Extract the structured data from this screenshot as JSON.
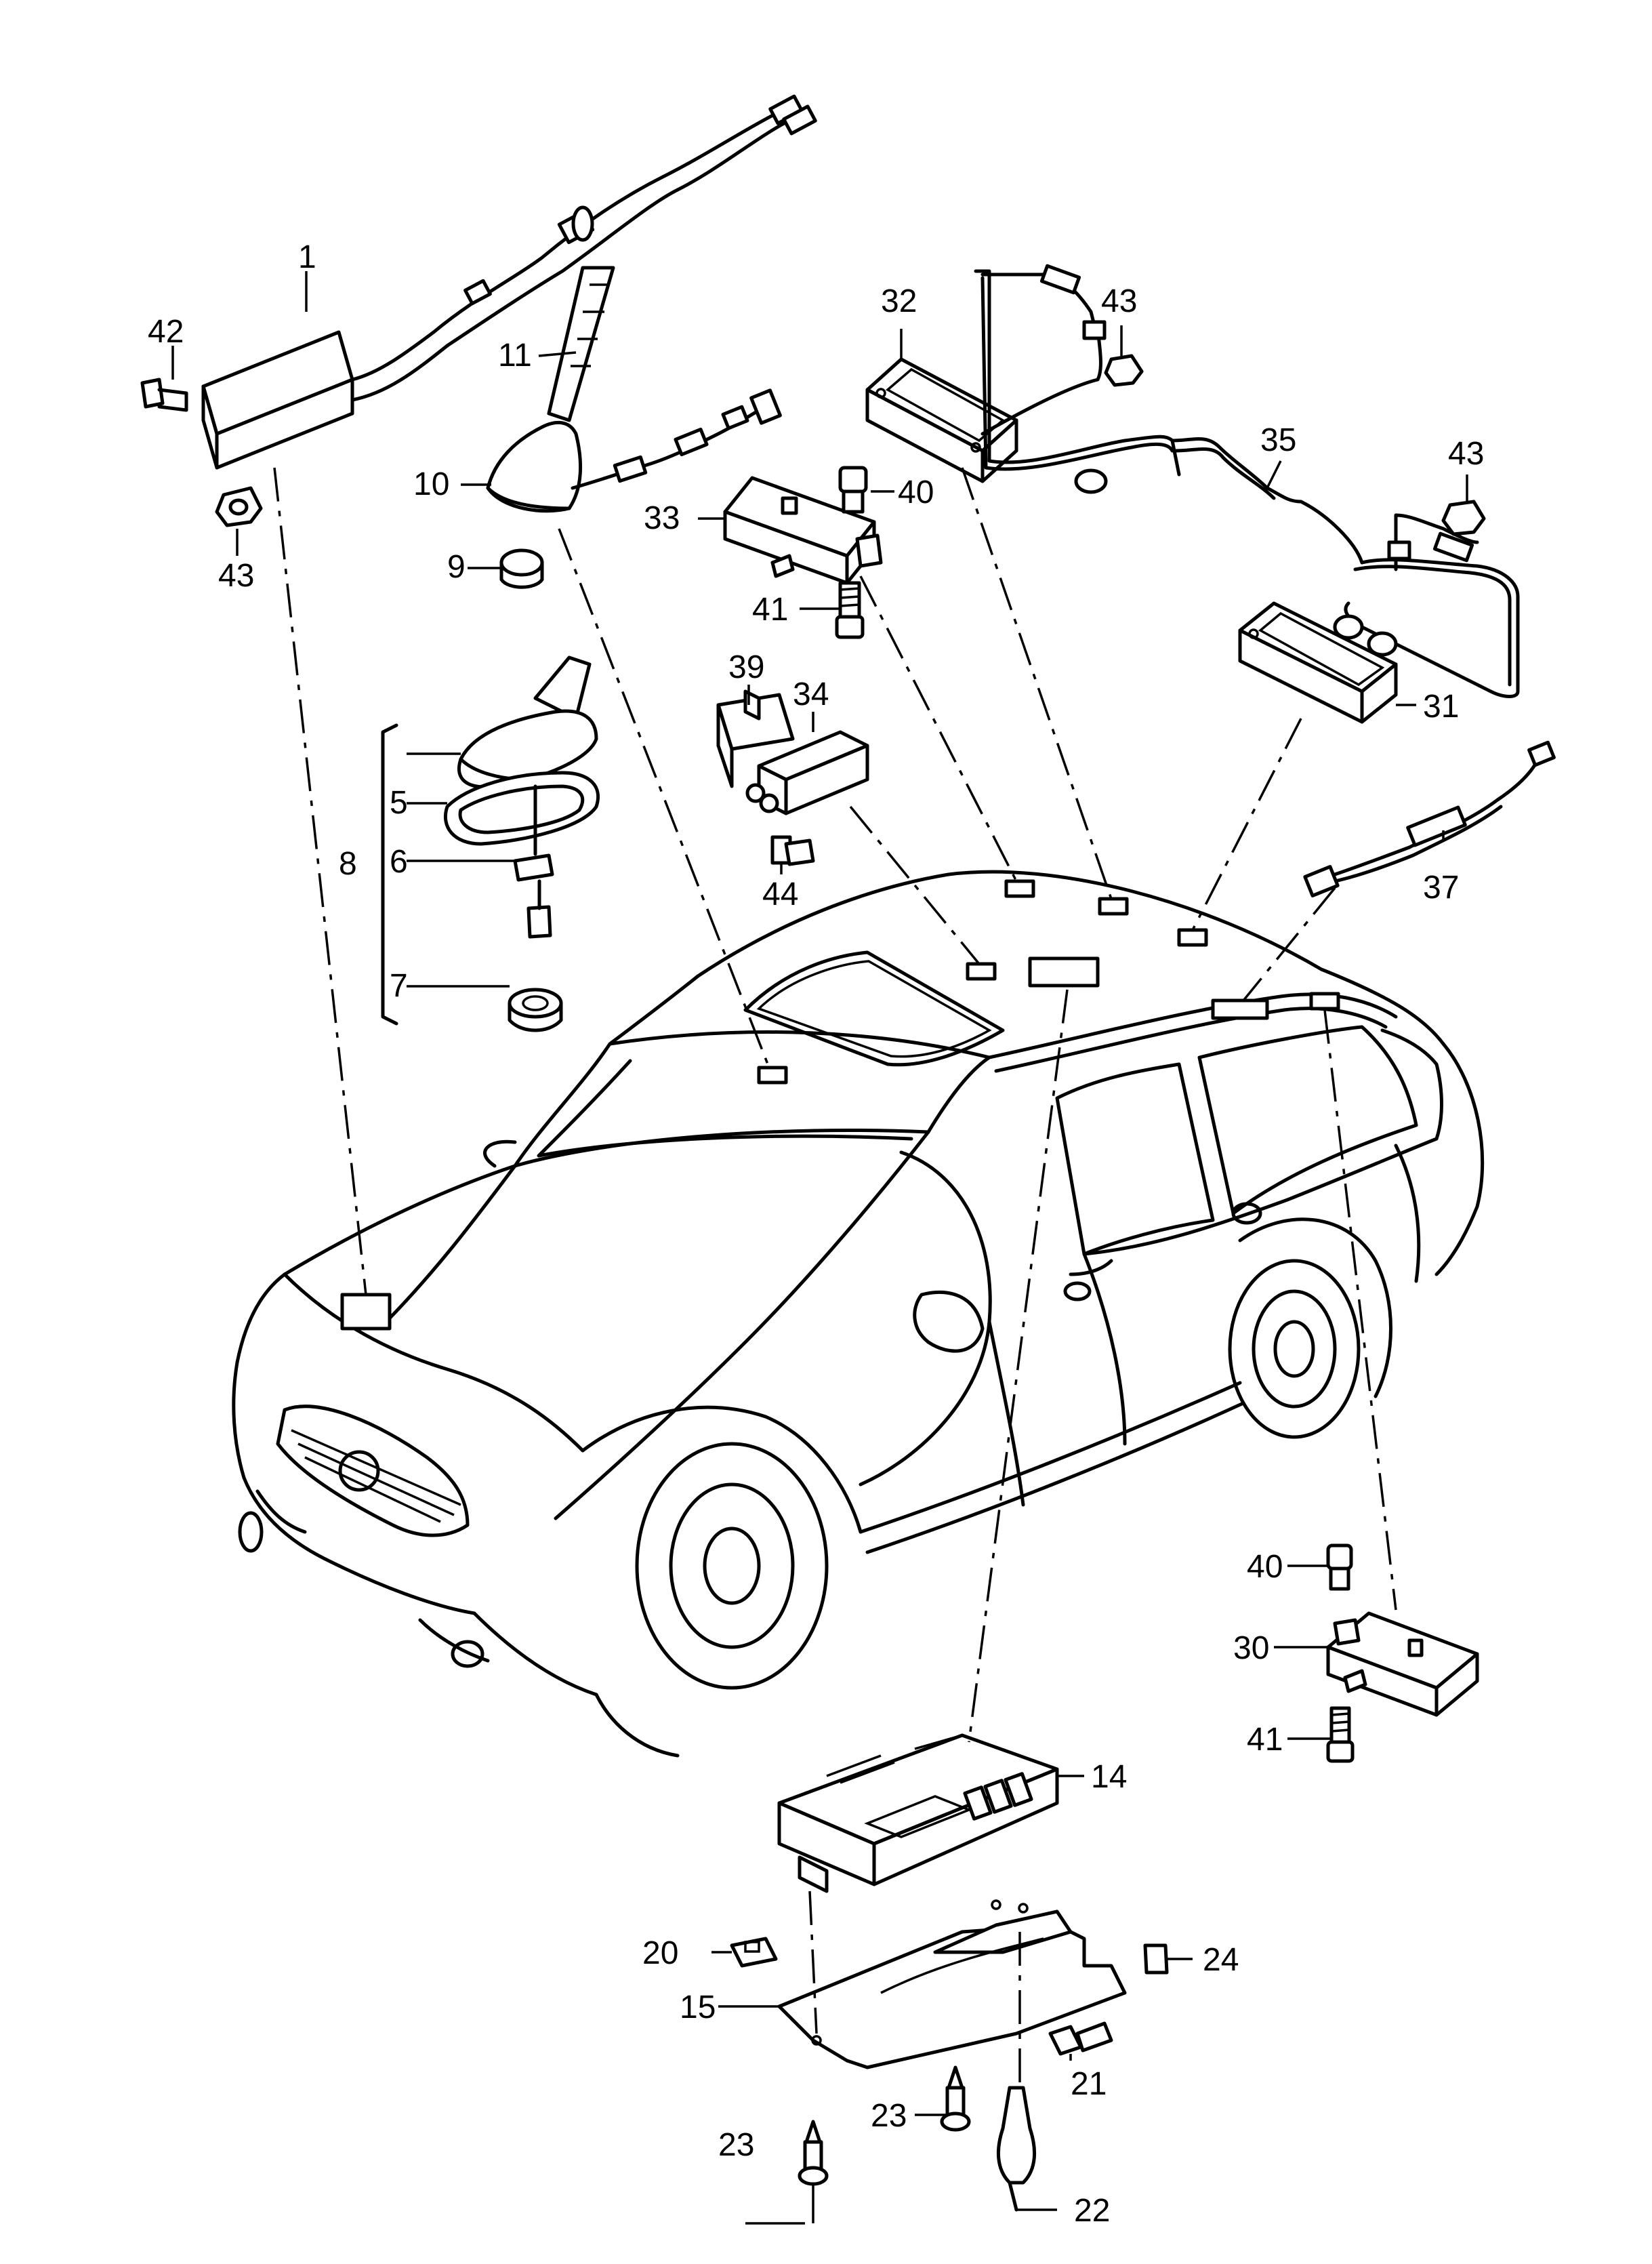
{
  "labels": {
    "l1": "1",
    "l5": "5",
    "l6": "6",
    "l7": "7",
    "l8": "8",
    "l9": "9",
    "l10": "10",
    "l11": "11",
    "l14": "14",
    "l15": "15",
    "l20": "20",
    "l21": "21",
    "l22": "22",
    "l23a": "23",
    "l23b": "23",
    "l24": "24",
    "l30": "30",
    "l31": "31",
    "l32": "32",
    "l33": "33",
    "l34": "34",
    "l35": "35",
    "l37": "37",
    "l39": "39",
    "l40a": "40",
    "l40b": "40",
    "l41a": "41",
    "l41b": "41",
    "l42": "42",
    "l43a": "43",
    "l43b": "43",
    "l43c": "43",
    "l44": "44"
  }
}
